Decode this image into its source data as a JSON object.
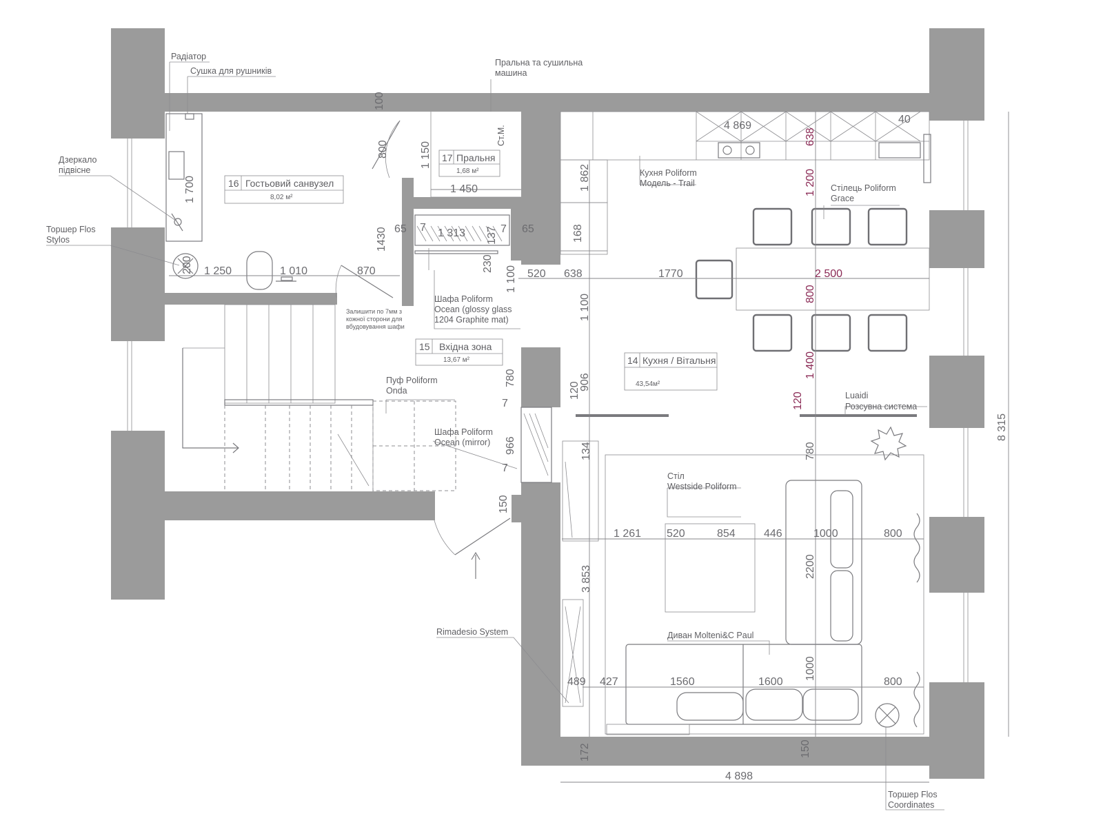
{
  "rooms": [
    {
      "num": "16",
      "name": "Гостьовий санвузел",
      "area": "8,02 м²"
    },
    {
      "num": "17",
      "name": "Пральня",
      "area": "1,68 м²"
    },
    {
      "num": "15",
      "name": "Вхідна зона",
      "area": "13,67 м²"
    },
    {
      "num": "14",
      "name": "Кухня / Вітальня",
      "area": "43,54м²"
    }
  ],
  "labels": {
    "radiator": "Радіатор",
    "towel_dryer": "Сушка для рушників",
    "washer_1": "Пральна та сушильна",
    "washer_2": "машина",
    "mirror_1": "Дзеркало",
    "mirror_2": "підвісне",
    "torsher_stylos_1": "Торшер Flos",
    "torsher_stylos_2": "Stylos",
    "cm": "Ст.М.",
    "kitchen_1": "Кухня Poliform",
    "kitchen_2": "Модель - Trail",
    "chair_1": "Стілець Poliform",
    "chair_2": "Grace",
    "wardrobe_glass_1": "Шафа Poliform",
    "wardrobe_glass_2": "Ocean (glossy glass",
    "wardrobe_glass_3": "1204 Graphite mat)",
    "leave_note_1": "Залишити по 7мм з",
    "leave_note_2": "кожної сторони для",
    "leave_note_3": "вбудовування шафи",
    "pouf_1": "Пуф Poliform",
    "pouf_2": "Onda",
    "wardrobe_mirror_1": "Шафа Poliform",
    "wardrobe_mirror_2": "Ocean (mirror)",
    "luaidi_1": "Luaidi",
    "luaidi_2": "Розсувна система",
    "table_1": "Стіл",
    "table_2": "Westside Poliform",
    "rimadesio": "Rimadesio System",
    "sofa": "Диван Molteni&C Paul",
    "torsher_coord_1": "Торшер Flos",
    "torsher_coord_2": "Coordinates"
  },
  "dims": {
    "d100": "100",
    "d800a": "800",
    "d1150": "1 150",
    "d1700": "1 700",
    "d1450": "1 450",
    "d1430": "1430",
    "d65a": "65",
    "d7a": "7",
    "d1313": "1 313",
    "d137": "137",
    "d7b": "7",
    "d65b": "65",
    "d230": "230",
    "d1250": "1 250",
    "d1010": "1 010",
    "d870": "870",
    "d1100a": "1 100",
    "d520a": "520",
    "d638a": "638",
    "d1770": "1770",
    "d2500": "2 500",
    "d800b": "800",
    "d1200": "1 200",
    "d1862": "1 862",
    "d168": "168",
    "d4869": "4 869",
    "d638b": "638",
    "d40": "40",
    "d1100b": "1 100",
    "d906": "906",
    "d780a": "780",
    "d7c": "7",
    "d120a": "120",
    "d1400": "1 400",
    "d120b": "120",
    "d966": "966",
    "d7d": "7",
    "d134": "134",
    "d780b": "780",
    "d150a": "150",
    "d1261": "1 261",
    "d520b": "520",
    "d854": "854",
    "d446": "446",
    "d1000a": "1000",
    "d800c": "800",
    "d2200": "2200",
    "d3853": "3 853",
    "d489": "489",
    "d427": "427",
    "d1560": "1560",
    "d1600": "1600",
    "d1000b": "1000",
    "d800d": "800",
    "d172": "172",
    "d150b": "150",
    "d4898": "4 898",
    "d8315": "8 315",
    "d200": "200"
  }
}
